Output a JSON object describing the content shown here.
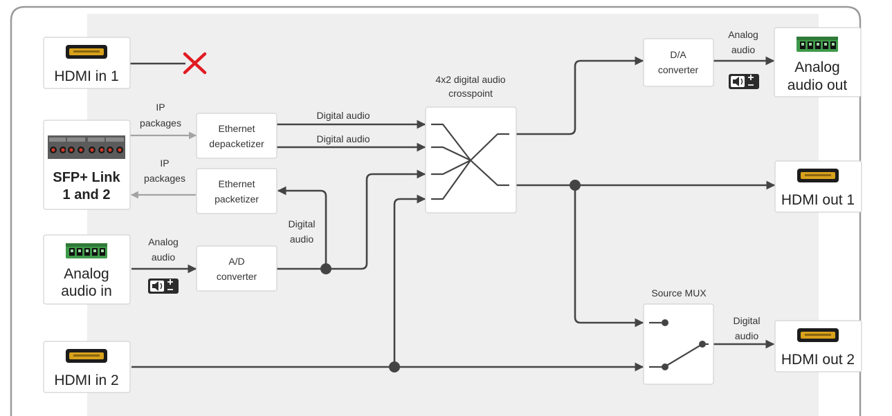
{
  "inputs": {
    "hdmi_in_1": "HDMI in 1",
    "sfp_line1": "SFP+ Link",
    "sfp_line2": "1 and 2",
    "analog_in_line1": "Analog",
    "analog_in_line2": "audio in",
    "hdmi_in_2": "HDMI in 2"
  },
  "blocks": {
    "eth_depack_line1": "Ethernet",
    "eth_depack_line2": "depacketizer",
    "eth_pack_line1": "Ethernet",
    "eth_pack_line2": "packetizer",
    "ad_line1": "A/D",
    "ad_line2": "converter",
    "crosspoint_line1": "4x2 digital audio",
    "crosspoint_line2": "crosspoint",
    "da_line1": "D/A",
    "da_line2": "converter",
    "source_mux": "Source MUX"
  },
  "outputs": {
    "analog_out_line1": "Analog",
    "analog_out_line2": "audio out",
    "hdmi_out_1": "HDMI out 1",
    "hdmi_out_2": "HDMI out 2"
  },
  "signals": {
    "ip_packages_1_line1": "IP",
    "ip_packages_1_line2": "packages",
    "ip_packages_2_line1": "IP",
    "ip_packages_2_line2": "packages",
    "digital_audio_1": "Digital audio",
    "digital_audio_2": "Digital audio",
    "digital_audio_3_line1": "Digital",
    "digital_audio_3_line2": "audio",
    "analog_audio_in_line1": "Analog",
    "analog_audio_in_line2": "audio",
    "analog_audio_out_line1": "Analog",
    "analog_audio_out_line2": "audio",
    "digital_audio_out2_line1": "Digital",
    "digital_audio_out2_line2": "audio"
  },
  "colors": {
    "frame": "#9a9a9a",
    "panel": "#efefef",
    "wire": "#444444",
    "ip_wire": "#a3a3a3",
    "disabled_cross": "#e11b22",
    "terminal_green": "#3f9a4a",
    "hdmi_gold": "#d9a21b"
  }
}
